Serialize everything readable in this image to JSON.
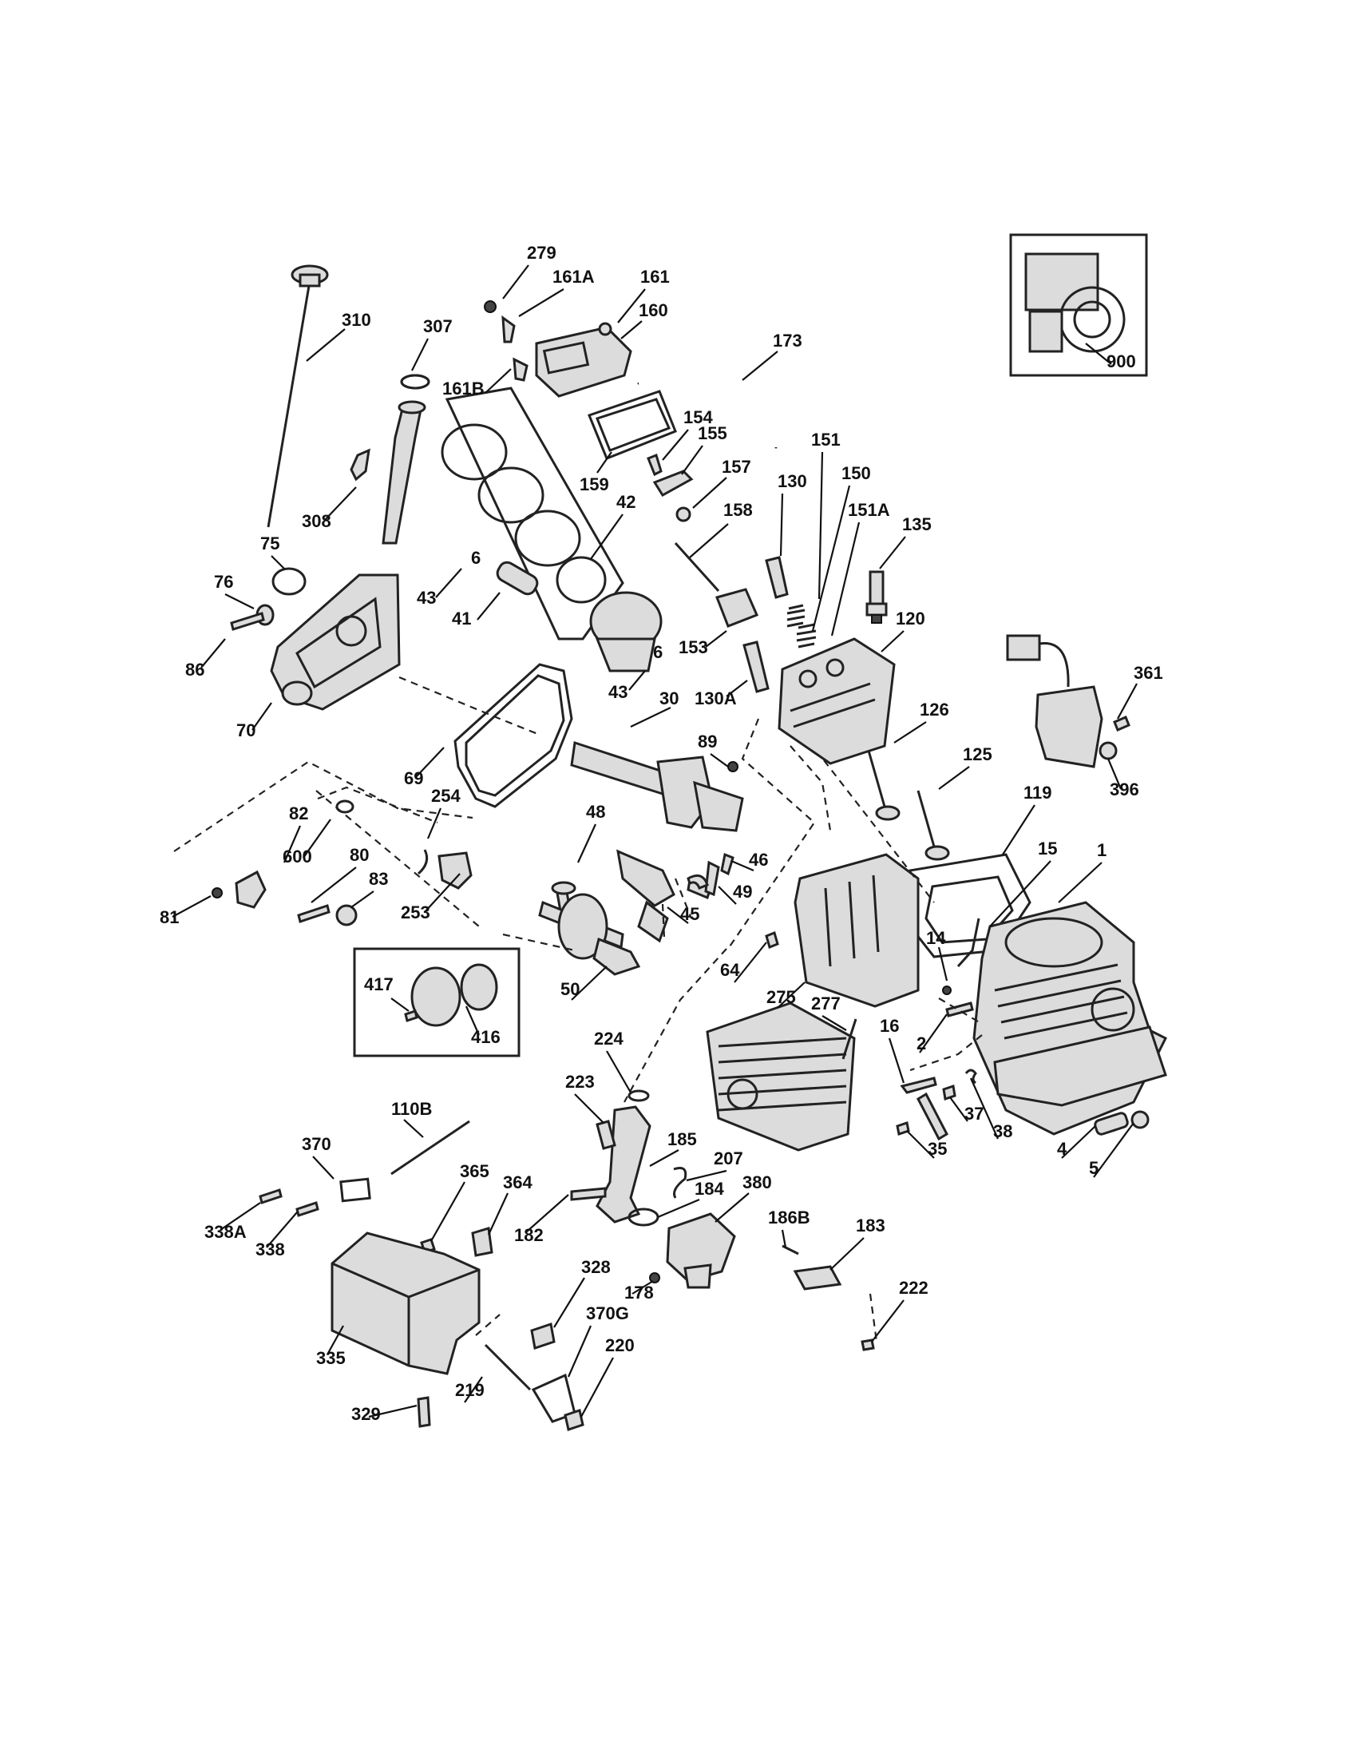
{
  "diagram": {
    "part_labels": [
      "279",
      "161A",
      "161",
      "310",
      "307",
      "160",
      "173",
      "161B",
      "154",
      "155",
      "151",
      "130",
      "150",
      "157",
      "308",
      "159",
      "158",
      "151A",
      "135",
      "42",
      "75",
      "76",
      "43",
      "41",
      "86",
      "153",
      "120",
      "43",
      "130A",
      "30",
      "361",
      "70",
      "69",
      "89",
      "126",
      "125",
      "396",
      "254",
      "82",
      "48",
      "119",
      "600",
      "80",
      "46",
      "15",
      "1",
      "81",
      "83",
      "49",
      "253",
      "45",
      "14",
      "64",
      "417",
      "50",
      "275",
      "416",
      "277",
      "2",
      "224",
      "16",
      "223",
      "37",
      "38",
      "110B",
      "185",
      "207",
      "35",
      "4",
      "5",
      "370",
      "365",
      "364",
      "184",
      "380",
      "338A",
      "182",
      "186B",
      "183",
      "338",
      "328",
      "178",
      "222",
      "370G",
      "335",
      "220",
      "219",
      "329",
      "900"
    ]
  }
}
